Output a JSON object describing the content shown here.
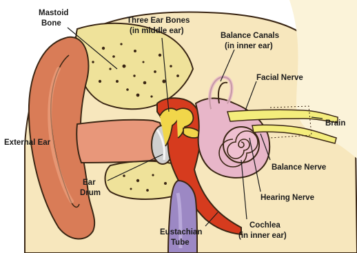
{
  "labels": {
    "mastoid_bone_1": "Mastoid",
    "mastoid_bone_2": "Bone",
    "three_ear_bones_1": "Three Ear Bones",
    "three_ear_bones_2": "(in middle ear)",
    "balance_canals_1": "Balance Canals",
    "balance_canals_2": "(in inner ear)",
    "facial_nerve": "Facial Nerve",
    "brain": "Brain",
    "external_ear": "External Ear",
    "balance_nerve": "Balance Nerve",
    "ear_drum_1": "Ear",
    "ear_drum_2": "Drum",
    "hearing_nerve": "Hearing Nerve",
    "eustachian_tube_1": "Eustachian",
    "eustachian_tube_2": "Tube",
    "cochlea_1": "Cochlea",
    "cochlea_2": "(in inner ear)"
  },
  "colors": {
    "skin": "#f7e7bd",
    "bone": "#efe29a",
    "outer_ear": "#d97c57",
    "ear_canal": "#e8977a",
    "middle_ear": "#d63b1e",
    "inner_ear": "#e8b6c9",
    "eustachian": "#9c88c4",
    "nerve": "#f4ed7c",
    "outline": "#3a2614"
  }
}
